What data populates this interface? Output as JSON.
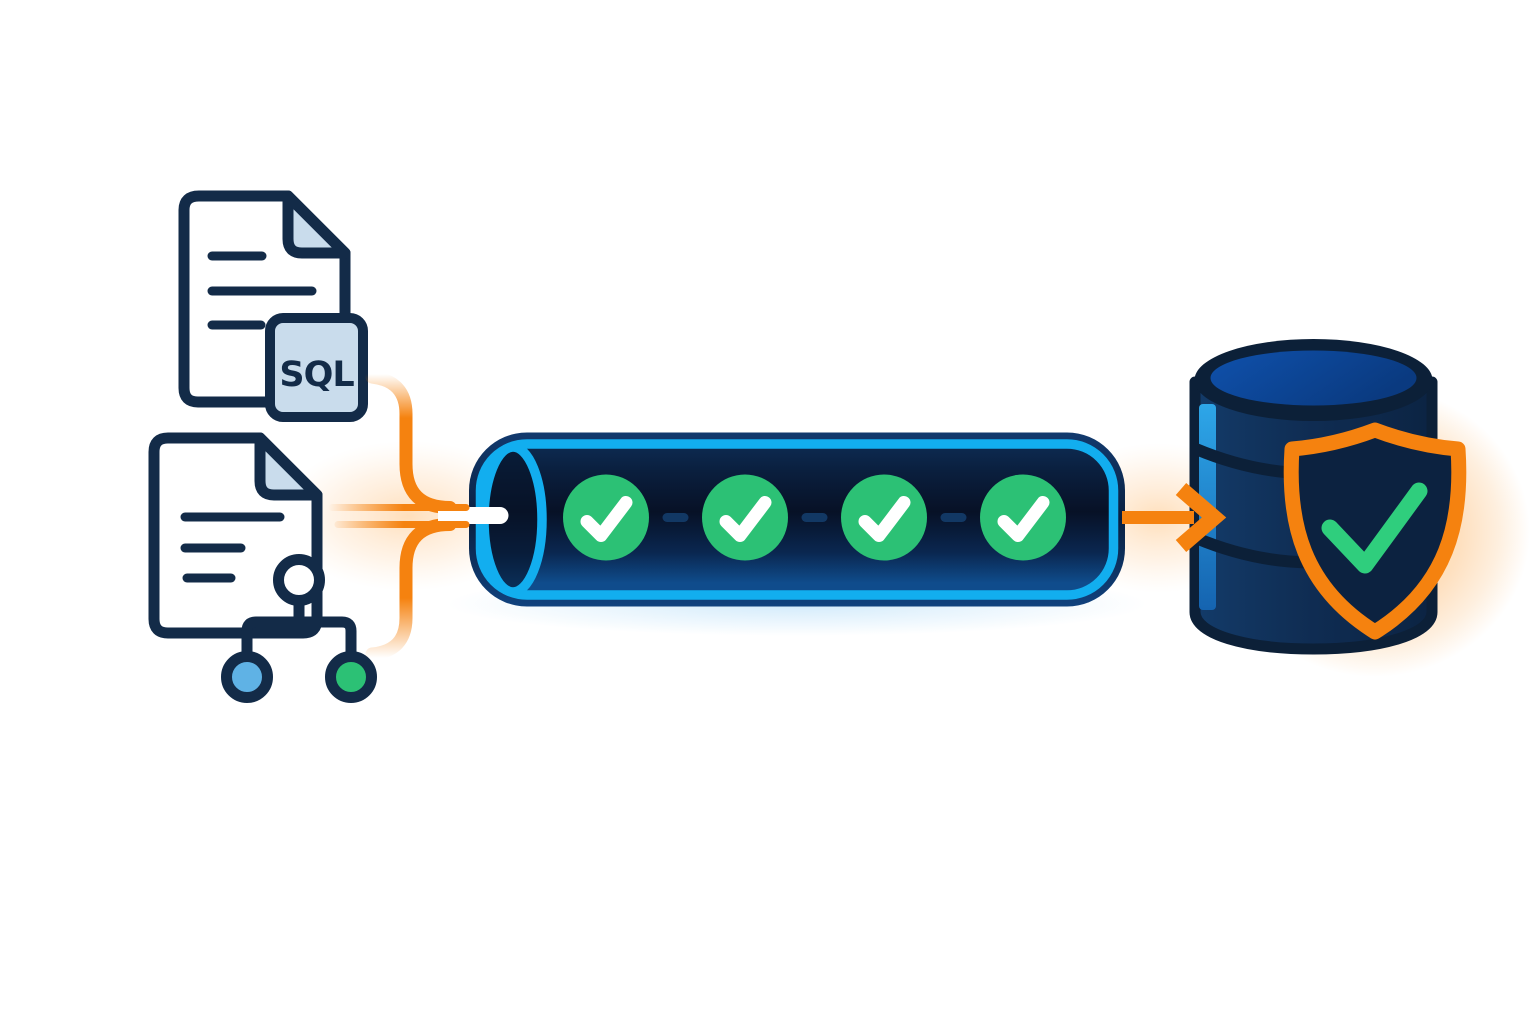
{
  "sources": {
    "sql_document": {
      "icon": "document-sql-icon",
      "badge_label": "SQL",
      "text_line_count": 3
    },
    "schema_document": {
      "icon": "document-schema-icon",
      "text_line_count": 3,
      "tree": {
        "root_node": "outlined-white",
        "child_nodes": [
          "blue",
          "green"
        ]
      }
    }
  },
  "pipeline": {
    "icon": "validation-pipe-icon",
    "stages": [
      {
        "status": "passed"
      },
      {
        "status": "passed"
      },
      {
        "status": "passed"
      },
      {
        "status": "passed"
      }
    ]
  },
  "destination": {
    "icon": "database-cylinder-icon",
    "badge": {
      "icon": "shield-checkmark-icon",
      "status": "verified"
    }
  },
  "colors": {
    "background": "#FFFFFF",
    "navy": "#132B48",
    "outline-dark": "#0C2038",
    "orange": "#F5820F",
    "cyan": "#12AEEF",
    "green": "#2CC175",
    "green-bright": "#2FCE7D",
    "light-blue": "#C9DCEC",
    "node-blue": "#5FB2E5",
    "db-top-blue": "#0E4BA3",
    "dash-navy": "#123864",
    "white": "#FFFFFF"
  }
}
